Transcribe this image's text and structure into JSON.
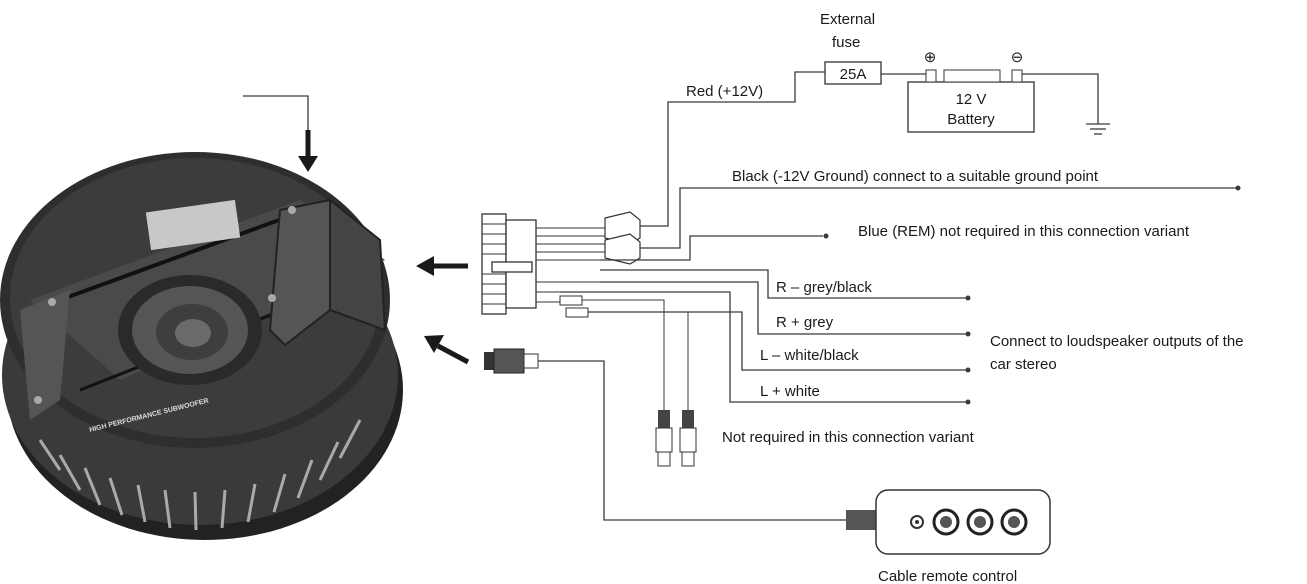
{
  "fuse": {
    "title_line1": "External",
    "title_line2": "fuse",
    "rating": "25A"
  },
  "battery": {
    "line1": "12 V",
    "line2": "Battery",
    "plus_symbol": "⊕",
    "minus_symbol": "⊖"
  },
  "wires": {
    "red": "Red (+12V)",
    "black": "Black (-12V Ground) connect to a suitable ground point",
    "blue": "Blue (REM) not required in this connection variant",
    "r_minus": "R – grey/black",
    "r_plus": "R + grey",
    "l_minus": "L – white/black",
    "l_plus": "L + white"
  },
  "speaker_note": {
    "line1": "Connect to loudspeaker outputs of the",
    "line2": "car stereo"
  },
  "rca_note": "Not required in this connection variant",
  "remote_label": "Cable remote control",
  "subwoofer_text": "HIGH PERFORMANCE SUBWOOFER",
  "icons": [
    "allen-key-icon",
    "ground-symbol-icon",
    "arrow-icon"
  ]
}
